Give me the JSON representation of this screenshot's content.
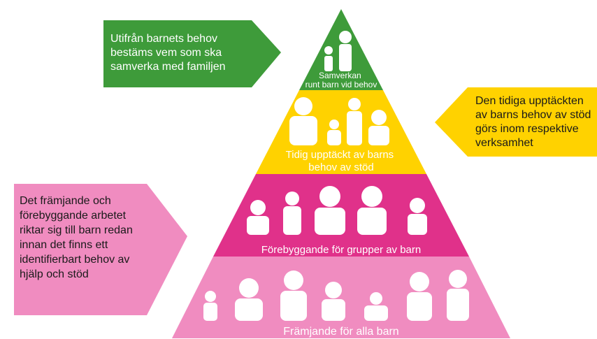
{
  "colors": {
    "green": "#3e9b3a",
    "yellow": "#ffd200",
    "magenta": "#e0318a",
    "pink": "#f08cc0",
    "white": "#ffffff",
    "dark_text": "#1a1a1a"
  },
  "tiers": [
    {
      "lines": [
        "Samverkan",
        "runt barn vid behov"
      ]
    },
    {
      "lines": [
        "Tidig upptäckt av barns",
        "behov av stöd"
      ]
    },
    {
      "lines": [
        "Förebyggande för grupper av barn"
      ]
    },
    {
      "lines": [
        "Främjande för alla barn"
      ]
    }
  ],
  "callouts": {
    "green": {
      "lines": [
        "Utifrån barnets behov",
        "bestäms vem som ska",
        "samverka med familjen"
      ]
    },
    "yellow": {
      "lines": [
        "Den tidiga upptäckten",
        "av barns behov av stöd",
        "görs inom respektive",
        "verksamhet"
      ]
    },
    "pink": {
      "lines": [
        "Det främjande och",
        "förebyggande arbetet",
        "riktar sig till barn redan",
        "innan det finns ett",
        "identifierbart behov av",
        "hjälp och stöd"
      ]
    }
  }
}
